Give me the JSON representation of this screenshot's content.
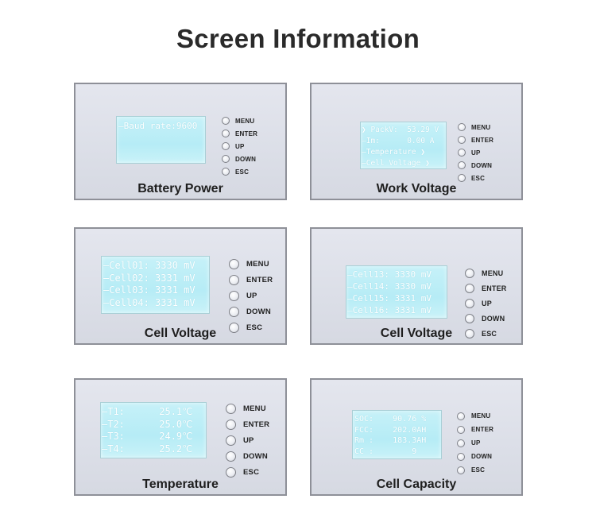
{
  "title": "Screen Information",
  "buttons": [
    "MENU",
    "ENTER",
    "UP",
    "DOWN",
    "ESC"
  ],
  "panels": [
    {
      "caption": "Battery Power",
      "lcd_lines": [
        "—Baud rate:9600"
      ]
    },
    {
      "caption": "Work Voltage",
      "lcd_lines": [
        "❯ PackV:  53.29 V",
        "—Im:      0.00 A",
        "—Temperature ❯",
        "—Cell Voltage ❯"
      ]
    },
    {
      "caption": "Cell Voltage",
      "lcd_lines": [
        "—Cell01: 3330 mV",
        "—Cell02: 3331 mV",
        "—Cell03: 3331 mV",
        "—Cell04: 3331 mV"
      ]
    },
    {
      "caption": "Cell Voltage",
      "lcd_lines": [
        "—Cell13: 3330 mV",
        "—Cell14: 3330 mV",
        "—Cell15: 3331 mV",
        "—Cell16: 3331 mV"
      ]
    },
    {
      "caption": "Temperature",
      "lcd_lines": [
        "—T1:      25.1℃",
        "—T2:      25.0℃",
        "—T3:      24.9℃",
        "—T4:      25.2℃"
      ]
    },
    {
      "caption": "Cell Capacity",
      "lcd_lines": [
        "SOC:    90.76 %",
        "FCC:    202.0AH",
        "Rm :    183.3AH",
        "CC :        9"
      ]
    }
  ]
}
